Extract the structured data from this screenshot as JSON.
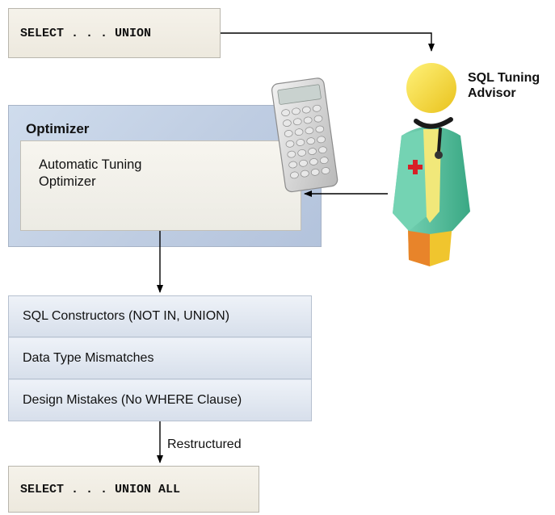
{
  "sql_input": "SELECT . . . UNION",
  "sql_output": "SELECT . . . UNION ALL",
  "advisor": {
    "line1": "SQL Tuning",
    "line2": "Advisor",
    "figure_icon": "doctor-figure-icon",
    "calculator_icon": "calculator-icon"
  },
  "optimizer": {
    "title": "Optimizer",
    "inner_line1": "Automatic Tuning",
    "inner_line2": "Optimizer"
  },
  "issues": [
    {
      "label": "SQL Constructors (NOT IN, UNION)"
    },
    {
      "label": "Data Type Mismatches"
    },
    {
      "label": "Design Mistakes (No WHERE Clause)"
    }
  ],
  "restructured_label": "Restructured",
  "colors": {
    "optimizer_bg": "#c2d0e4",
    "sql_box_bg": "#f1eee5",
    "issue_bg": "#e2e8f1",
    "doctor_coat": "#62c4a3",
    "doctor_head": "#f5d840",
    "doctor_pants": "#e8842a",
    "cross": "#d81f26"
  }
}
